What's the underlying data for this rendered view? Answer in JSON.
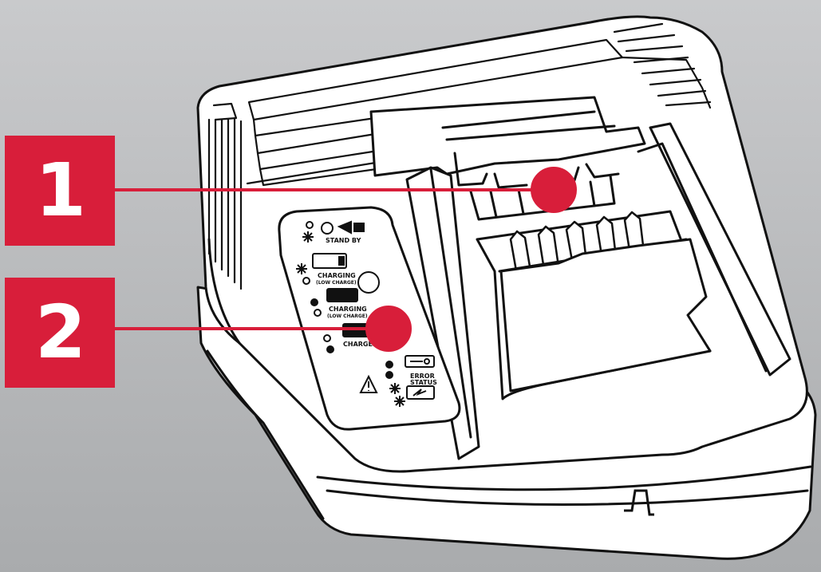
{
  "colors": {
    "background_top": "#c9cacc",
    "background_bottom": "#a9abad",
    "callout": "#d81e3a",
    "outline": "#111111",
    "body": "#ffffff"
  },
  "callouts": [
    {
      "number": "1",
      "target": "battery-slot-terminals"
    },
    {
      "number": "2",
      "target": "led-indicator-panel"
    }
  ],
  "panel": {
    "standby": "STAND BY",
    "charging_1": "CHARGING",
    "low_charge_1": "(LOW CHARGE)",
    "charging_2": "CHARGING",
    "low_charge_2": "(LOW CHARGE)",
    "charged": "CHARGED",
    "error": "ERROR",
    "status": "STATUS"
  }
}
